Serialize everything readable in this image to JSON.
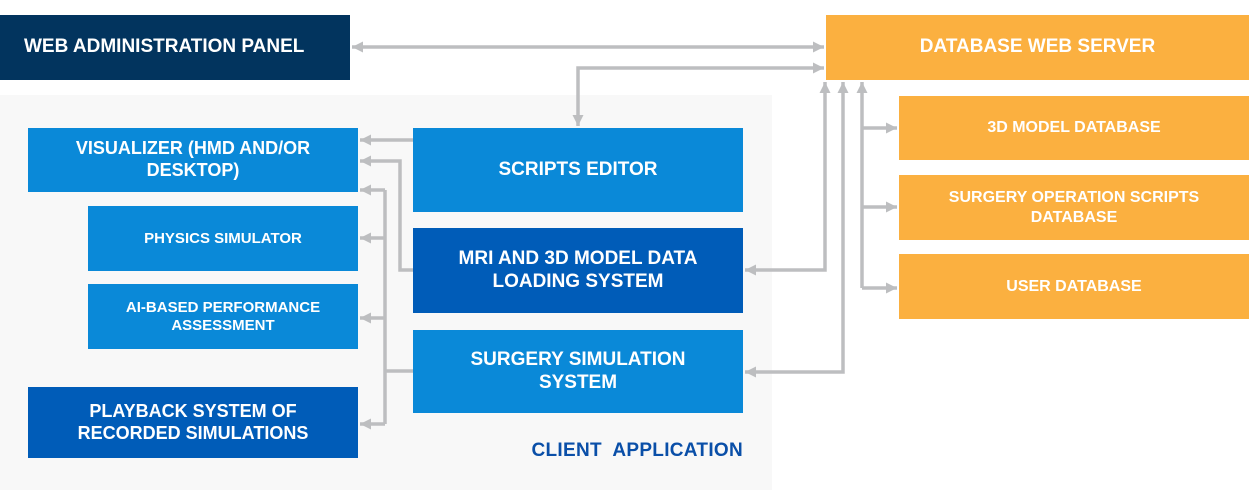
{
  "colors": {
    "navy": "#02345e",
    "blue": "#0a89d8",
    "dark_blue": "#005cb8",
    "orange": "#fbb040",
    "connector": "#bdbec0",
    "client_background": "#f8f8f8",
    "client_label": "#0a4fa8"
  },
  "nodes": {
    "web_admin_panel": "WEB ADMINISTRATION PANEL",
    "database_web_server": "DATABASE WEB SERVER",
    "visualizer": "VISUALIZER (HMD AND/OR DESKTOP)",
    "physics_simulator": "PHYSICS SIMULATOR",
    "ai_performance": "AI-BASED PERFORMANCE ASSESSMENT",
    "playback_system": "PLAYBACK SYSTEM OF RECORDED SIMULATIONS",
    "scripts_editor": "SCRIPTS EDITOR",
    "mri_loading": "MRI AND 3D MODEL DATA LOADING SYSTEM",
    "surgery_simulation": "SURGERY SIMULATION SYSTEM",
    "model_database": "3D MODEL DATABASE",
    "scripts_database": "SURGERY OPERATION SCRIPTS DATABASE",
    "user_database": "USER DATABASE"
  },
  "groups": {
    "client_application": "CLIENT  APPLICATION"
  },
  "connections": [
    {
      "from": "web_admin_panel",
      "to": "database_web_server",
      "bidirectional": true
    },
    {
      "from": "scripts_editor",
      "to": "database_web_server",
      "bidirectional": true
    },
    {
      "from": "mri_loading",
      "to": "database_web_server",
      "bidirectional": true
    },
    {
      "from": "surgery_simulation",
      "to": "database_web_server",
      "bidirectional": true
    },
    {
      "from": "database_web_server",
      "to": "model_database",
      "bidirectional": true
    },
    {
      "from": "database_web_server",
      "to": "scripts_database",
      "bidirectional": true
    },
    {
      "from": "database_web_server",
      "to": "user_database",
      "bidirectional": true
    },
    {
      "from": "scripts_editor",
      "to": "visualizer",
      "bidirectional": false
    },
    {
      "from": "mri_loading",
      "to": "visualizer",
      "bidirectional": false
    },
    {
      "from": "surgery_simulation",
      "to": "visualizer",
      "bidirectional": false
    },
    {
      "from": "surgery_simulation",
      "to": "physics_simulator",
      "bidirectional": false
    },
    {
      "from": "surgery_simulation",
      "to": "ai_performance",
      "bidirectional": false
    },
    {
      "from": "surgery_simulation",
      "to": "playback_system",
      "bidirectional": false
    }
  ]
}
